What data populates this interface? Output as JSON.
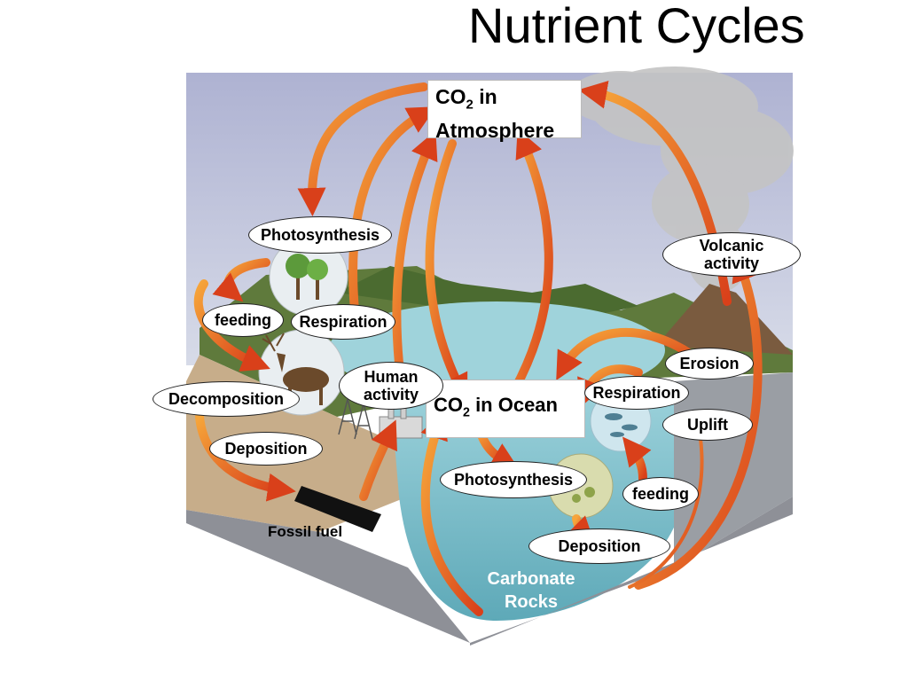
{
  "title": "Nutrient Cycles",
  "boxes": {
    "atmosphere": {
      "prefix": "CO",
      "sub": "2",
      "suffix": " in",
      "line2": "Atmosphere"
    },
    "ocean": {
      "prefix": "CO",
      "sub": "2",
      "suffix": " in Ocean"
    }
  },
  "labels": {
    "photosynthesis_land": "Photosynthesis",
    "volcanic": "Volcanic activity",
    "feeding_land": "feeding",
    "respiration_land": "Respiration",
    "erosion": "Erosion",
    "human": "Human activity",
    "respiration_ocean": "Respiration",
    "decomposition": "Decomposition",
    "uplift": "Uplift",
    "deposition_land": "Deposition",
    "photosynthesis_ocean": "Photosynthesis",
    "feeding_ocean": "feeding",
    "deposition_ocean": "Deposition",
    "fossil_fuel": "Fossil fuel",
    "carbonate_rocks": "Carbonate Rocks"
  },
  "colors": {
    "arrow": "#e2561c",
    "arrow_light": "#f7a43a",
    "sky": "#b9bdd6",
    "water": "#7fc3cf",
    "land": "#5f7a3c",
    "soil": "#c9b08f",
    "rock_front": "#8d8f96",
    "volcano_smoke": "#bdbdbd"
  }
}
